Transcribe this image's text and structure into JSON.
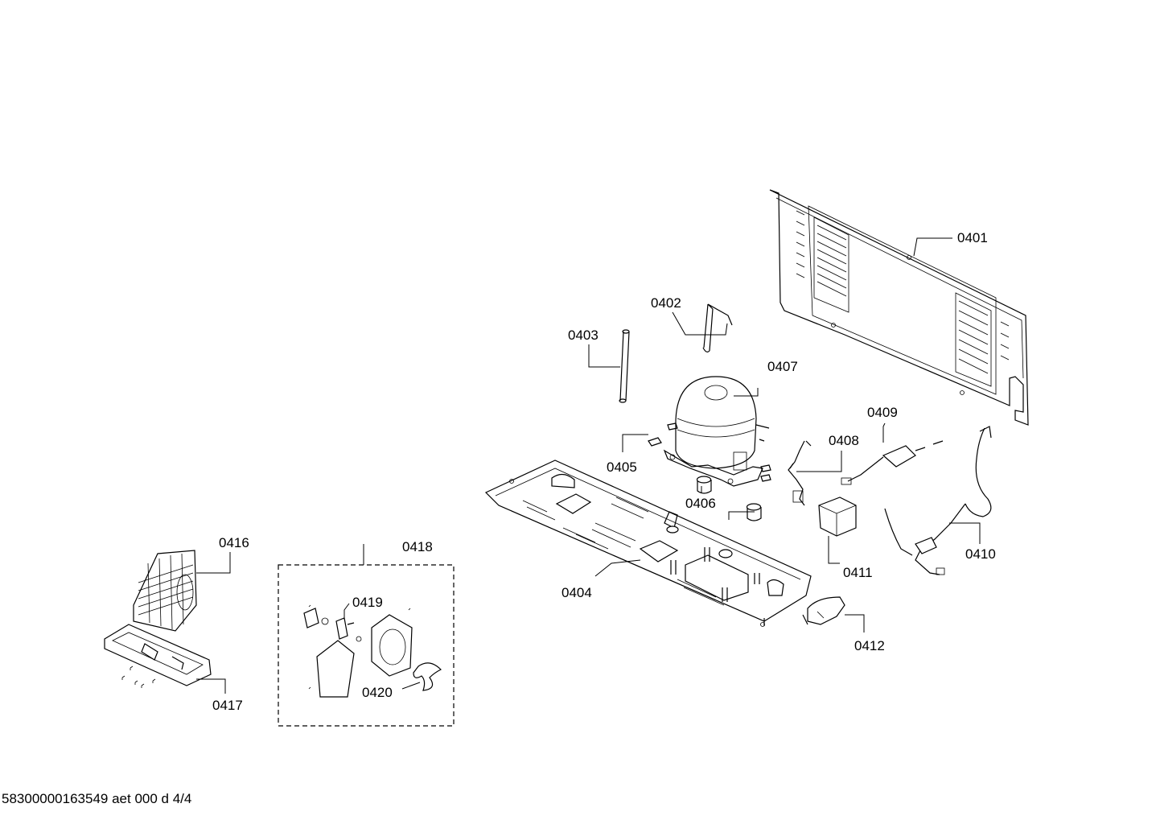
{
  "parts": {
    "p0401": "0401",
    "p0402": "0402",
    "p0403": "0403",
    "p0404": "0404",
    "p0405": "0405",
    "p0406": "0406",
    "p0407": "0407",
    "p0408": "0408",
    "p0409": "0409",
    "p0410": "0410",
    "p0411": "0411",
    "p0412": "0412",
    "p0416": "0416",
    "p0417": "0417",
    "p0418": "0418",
    "p0419": "0419",
    "p0420": "0420"
  },
  "footer": "58300000163549 aet 000 d 4/4"
}
